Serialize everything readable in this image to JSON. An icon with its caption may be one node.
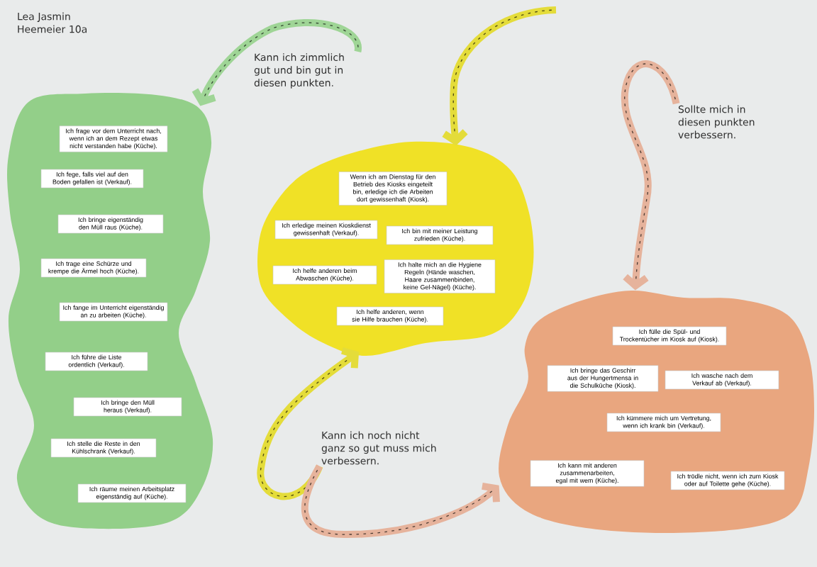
{
  "diagram": {
    "nodes": [
      {
        "text": [
          "Kann ich zimmlich gut und bin gut in diesen punkten."
        ]
      },
      {
        "text": [
          "Sollte mich in diesen punkten verbessern."
        ]
      },
      {
        "text": [],
        "shape": "cloud"
      },
      {
        "text": [
          "Ich frage vor dem Unterricht nach, wenn ich an dem Rezept etwas nicht verstanden habe (Küche)."
        ],
        "in": 2
      },
      {
        "text": [
          "Ich fege, falls viel auf den Boden gefallen ist (Verkauf)."
        ],
        "in": 2
      },
      {
        "text": [
          "Ich bringe eigenständig den Müll raus (Küche)."
        ],
        "in": 2
      },
      {
        "text": [
          "Ich trage eine Schürze und krempe die Ärmel hoch (Küche)."
        ],
        "in": 2
      },
      {
        "text": [
          "Ich fange im Unterricht eigenständig an zu arbeiten (Küche)."
        ],
        "in": 2
      },
      {
        "text": [
          "Ich führe die Liste ordentlich (Verkauf)."
        ],
        "in": 2
      },
      {
        "text": [
          "Ich bringe den Müll heraus (Verkauf)."
        ],
        "in": 2
      },
      {
        "text": [
          "Ich stelle die Reste in den Kühlschrank (Verkauf)."
        ],
        "in": 2
      },
      {
        "text": [
          "Ich räume meinen Arbeitsplatz eigenständig auf (Küche)."
        ],
        "in": 2
      },
      {
        "text": [],
        "shape": "cloud"
      },
      {
        "text": [
          "Wenn ich am Dienstag für den Betrieb des Kiosks eingeteilt bin, erledige ich die Arbeiten dort gewissenhaft (Kiosk)."
        ],
        "in": 12
      },
      {
        "text": [
          "Ich erledige meinen Kioskdienst gewissenhaft (Verkauf)."
        ],
        "in": 12
      },
      {
        "text": [
          "Ich bin mit meiner Leistung zufrieden (Küche)."
        ],
        "in": 12
      },
      {
        "text": [
          "Ich helfe anderen beim Abwaschen (Küche)."
        ],
        "in": 12
      },
      {
        "text": [
          "Ich halte mich an die Hygiene Regeln (Hände waschen, Haare zusammenbinden, keine Gel-Nägel) (Küche)."
        ],
        "in": 12
      },
      {
        "text": [
          "Ich helfe anderen, wenn sie Hilfe brauchen (Küche)."
        ],
        "in": 12
      },
      {
        "text": [],
        "shape": "cloud"
      },
      {
        "text": [
          "Ich fülle die Spül- und Trockentücher im Kiosk auf (Kiosk)."
        ],
        "in": 19
      },
      {
        "text": [
          "Ich bringe das Geschirr aus der Hungertmensa in die Schulküche (Kiosk)."
        ],
        "in": 19
      },
      {
        "text": [
          "Ich wasche nach dem Verkauf ab (Verkauf)."
        ],
        "in": 19
      },
      {
        "text": [
          "Ich kümmere mich um Vertretung, wenn ich krank bin (Verkauf)."
        ],
        "in": 19
      },
      {
        "text": [
          "Ich kann mit anderen zusammenarbeiten, egal mit wem (Küche)."
        ],
        "in": 19
      },
      {
        "text": [
          "Ich trödle nicht, wenn ich zum Kiosk oder auf Toilette gehe (Küche)."
        ],
        "in": 19
      },
      {
        "text": [
          "Kann ich noch nicht ganz so gut muss mich verbessern."
        ]
      }
    ],
    "edges": [
      {
        "from": 0,
        "to": 2,
        "arrow": "to",
        "color": "#9fd596"
      },
      {
        "from": null,
        "to": 12,
        "arrow": "to",
        "color": "#e4dc3a"
      },
      {
        "from": 1,
        "to": 19,
        "arrow": "to",
        "color": "#e6b39c"
      },
      {
        "from": 26,
        "to": 12,
        "arrow": "to",
        "color": "#e4dc3a"
      },
      {
        "from": 26,
        "to": 19,
        "arrow": "to",
        "color": "#e6b39c"
      }
    ],
    "labels": [
      "Lea Jasmin Heemeier 10a"
    ]
  }
}
